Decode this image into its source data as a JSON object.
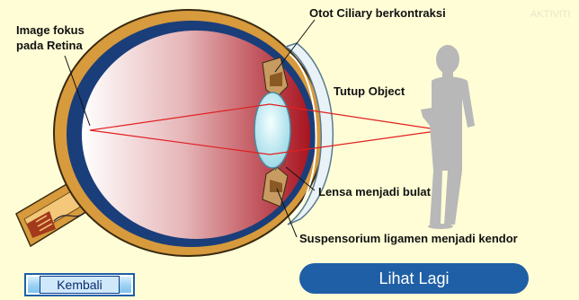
{
  "labels": {
    "top_right_partial": "AKTIVITI",
    "ciliary": "Otot Ciliary berkontraksi",
    "image_focus_line1": "Image fokus",
    "image_focus_line2": "pada Retina",
    "tutup_object": "Tutup Object",
    "lensa": "Lensa menjadi bulat",
    "suspensorium": "Suspensorium ligamen menjadi kendor"
  },
  "buttons": {
    "kembali": "Kembali",
    "lihat_lagi": "Lihat Lagi"
  },
  "colors": {
    "background": "#fffdd6",
    "sclera": "#d79a3c",
    "choroid": "#1a3e7a",
    "vitreous_red": "#b51f2c",
    "light_ray": "#e02020",
    "lens": "#b9ecf5",
    "silhouette": "#b8b8b8",
    "primary_button": "#1f5fa5"
  },
  "icons": {
    "person": "person-silhouette"
  }
}
